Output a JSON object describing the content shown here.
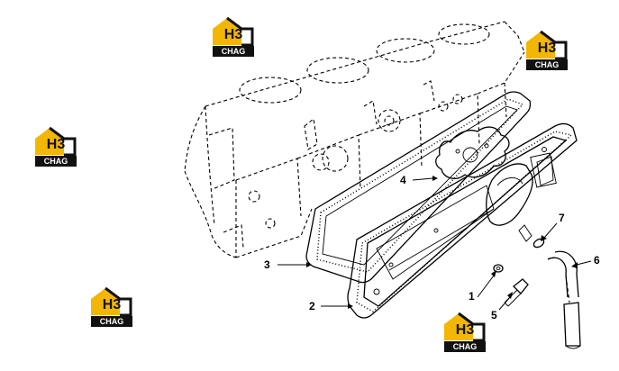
{
  "watermark": {
    "letters": "H3",
    "name": "CHAG"
  },
  "callouts": [
    "1",
    "2",
    "3",
    "4",
    "5",
    "6",
    "7"
  ],
  "colors": {
    "watermark_gold": "#f2b705",
    "watermark_dark": "#111111",
    "line": "#000000"
  }
}
